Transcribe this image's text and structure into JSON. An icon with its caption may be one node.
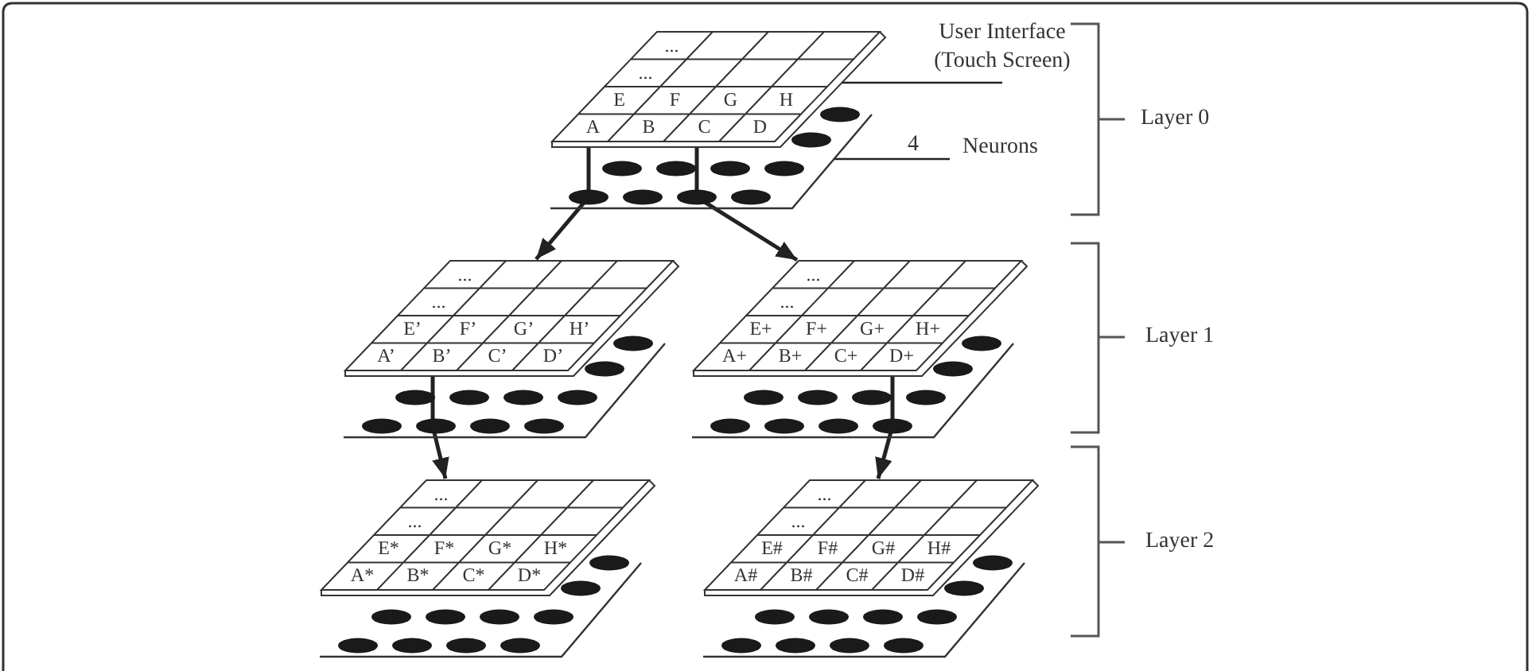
{
  "diagram": {
    "nodes": [
      {
        "text": [
          "...",
          "...",
          "E",
          "F",
          "G",
          "H",
          "A",
          "B",
          "C",
          "D"
        ]
      },
      {
        "text": [
          "User Interface (Touch Screen)"
        ]
      },
      {
        "text": [
          "Neurons"
        ]
      },
      {
        "text": [
          "...",
          "...",
          "E’",
          "F’",
          "G’",
          "H’",
          "A’",
          "B’",
          "C’",
          "D’"
        ]
      },
      {
        "text": [
          "...",
          "...",
          "E+",
          "F+",
          "G+",
          "H+",
          "A+",
          "B+",
          "C+",
          "D+"
        ]
      },
      {
        "text": [
          "...",
          "...",
          "E*",
          "F*",
          "G*",
          "H*",
          "A*",
          "B*",
          "C*",
          "D*"
        ]
      },
      {
        "text": [
          "...",
          "...",
          "E#",
          "F#",
          "G#",
          "H#",
          "A#",
          "B#",
          "C#",
          "D#"
        ]
      }
    ],
    "edges": [
      {
        "from": 1,
        "to": 0,
        "arrow": "none"
      },
      {
        "from": 2,
        "to": 0,
        "arrow": "none",
        "label": "4"
      },
      {
        "from": 0,
        "to": 3,
        "arrow": "to"
      },
      {
        "from": 0,
        "to": 4,
        "arrow": "to"
      },
      {
        "from": 3,
        "to": 5,
        "arrow": "to"
      },
      {
        "from": 4,
        "to": 6,
        "arrow": "to"
      }
    ],
    "labels": [
      "Layer 0",
      "Layer 1",
      "Layer 2"
    ]
  }
}
